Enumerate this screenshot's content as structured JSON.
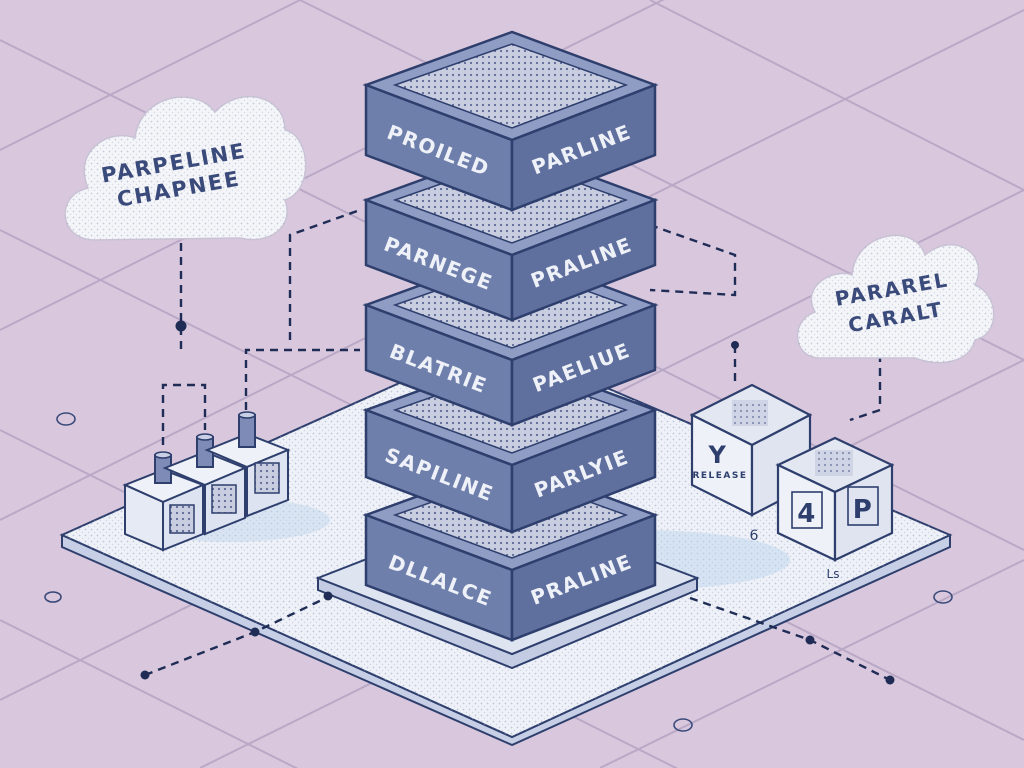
{
  "colors": {
    "background": "#d9c8dd",
    "block_face": "#6f7fac",
    "block_top": "#8f9cc4",
    "outline": "#2e3f6e",
    "platform": "#eef1f7",
    "cloud": "#f4f5f8"
  },
  "stack_blocks": [
    {
      "left": "PROILED",
      "right": "PARLINE"
    },
    {
      "left": "PARNEGE",
      "right": "PRALINE"
    },
    {
      "left": "BLATRIE",
      "right": "PAELIUE"
    },
    {
      "left": "SAPILINE",
      "right": "PARLYIE"
    },
    {
      "left": "DLLALCE",
      "right": "PRALINE"
    }
  ],
  "clouds": {
    "left": {
      "line1": "PARPELINE",
      "line2": "CHAPNEE"
    },
    "right": {
      "line1": "PARAREL",
      "line2": "CARALT"
    }
  },
  "cubes": {
    "back": {
      "left_glyph": "Y",
      "left_text": "RELEASE"
    },
    "front": {
      "left_glyph": "4",
      "right_glyph": "P"
    }
  },
  "small_marks": {
    "mark1": "6",
    "mark2": "Ls"
  }
}
